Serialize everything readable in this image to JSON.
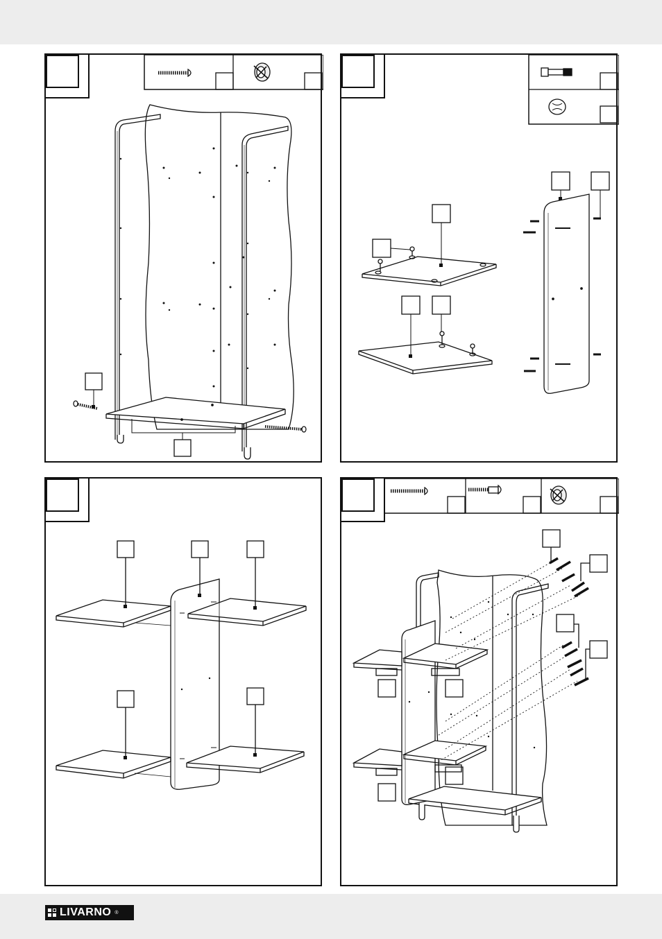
{
  "brand": {
    "name": "LIVARNO",
    "registered_mark": "®",
    "logo_color": "#111111"
  },
  "colors": {
    "band": "#ededed",
    "line": "#111111",
    "paper": "#ffffff"
  },
  "steps": [
    {
      "panel": "top-left",
      "hardware_boxes": [
        {
          "icon": "long-screw-icon",
          "count_box_text": ""
        },
        {
          "icon": "cam-lock-nut-icon",
          "count_box_text": ""
        }
      ],
      "callouts": [
        "",
        ""
      ]
    },
    {
      "panel": "top-right",
      "hardware_boxes": [
        {
          "icon": "cam-bolt-icon",
          "count_box_text": ""
        },
        {
          "icon": "screw-cap-icon",
          "count_box_text": ""
        }
      ],
      "callouts": [
        "",
        "",
        "",
        "",
        "",
        ""
      ]
    },
    {
      "panel": "bottom-left",
      "hardware_boxes": [],
      "callouts": [
        "",
        "",
        "",
        "",
        ""
      ]
    },
    {
      "panel": "bottom-right",
      "hardware_boxes": [
        {
          "icon": "long-screw-icon",
          "count_box_text": ""
        },
        {
          "icon": "wood-dowel-screw-icon",
          "count_box_text": ""
        },
        {
          "icon": "cam-lock-nut-icon",
          "count_box_text": ""
        }
      ],
      "callouts": [
        "",
        "",
        "",
        "",
        "",
        "",
        "",
        ""
      ]
    }
  ]
}
